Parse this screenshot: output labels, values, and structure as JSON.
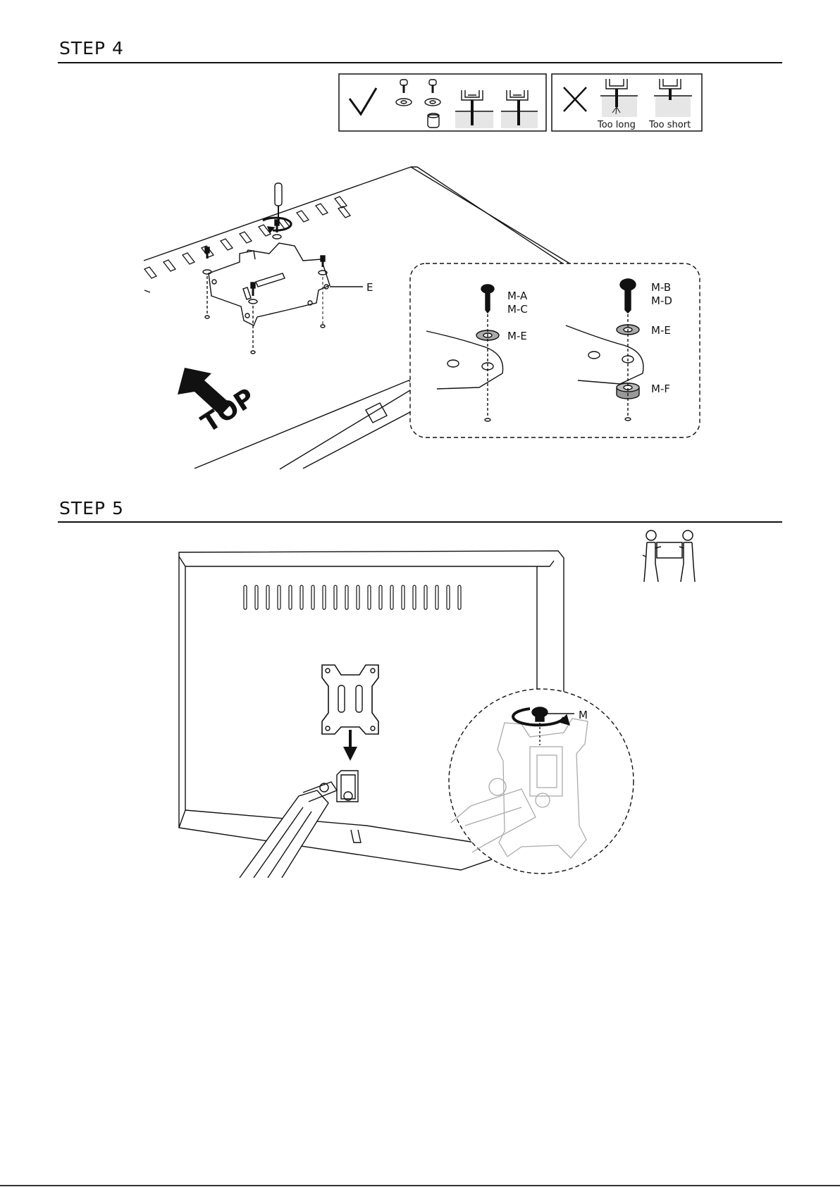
{
  "step4": {
    "title": "STEP 4",
    "wrong_labels": [
      "Too long",
      "Too short"
    ],
    "plate_label": "E",
    "direction_label": "TOP",
    "detail_left": [
      "M-A",
      "M-C",
      "M-E"
    ],
    "detail_right": [
      "M-B",
      "M-D",
      "M-E",
      "M-F"
    ]
  },
  "step5": {
    "title": "STEP 5",
    "knob_label": "M"
  }
}
